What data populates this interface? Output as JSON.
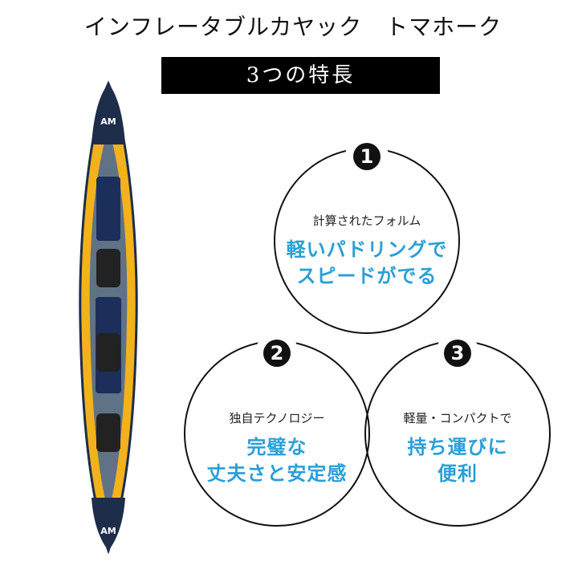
{
  "title": "インフレータブルカヤック　トマホーク",
  "banner": "3つの特長",
  "features": [
    {
      "number": "1",
      "subtitle": "計算されたフォルム",
      "line1": "軽いパドリングで",
      "line2": "スピードがでる"
    },
    {
      "number": "2",
      "subtitle": "独自テクノロジー",
      "line1": "完璧な",
      "line2": "丈夫さと安定感"
    },
    {
      "number": "3",
      "subtitle": "軽量・コンパクトで",
      "line1": "持ち運びに",
      "line2": "便利"
    }
  ],
  "colors": {
    "accent": "#2a9fd8",
    "hull": "#f2b21b",
    "deck": "#1d2d4a"
  }
}
